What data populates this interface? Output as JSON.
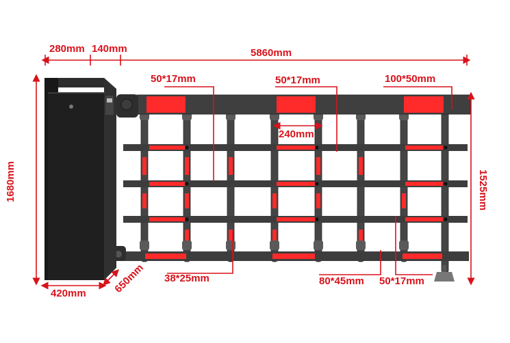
{
  "diagram": {
    "colors": {
      "dimension_red": "#d8121b",
      "frame_dark": "#3d3d3d",
      "stripe_red": "#ff2a2a",
      "cabinet": "#1e1e1e"
    },
    "dimensions": {
      "cabinet_top_left": "280mm",
      "cabinet_top_right": "140mm",
      "total_length": "5860mm",
      "top_bar_1": "50*17mm",
      "top_bar_2": "50*17mm",
      "main_beam": "100*50mm",
      "spacing": "240mm",
      "cabinet_height": "1680mm",
      "barrier_height": "1525mm",
      "cabinet_width": "420mm",
      "cabinet_depth": "650mm",
      "bottom_bar": "38*25mm",
      "bottom_beam": "80*45mm",
      "bottom_right_bar": "50*17mm"
    }
  }
}
